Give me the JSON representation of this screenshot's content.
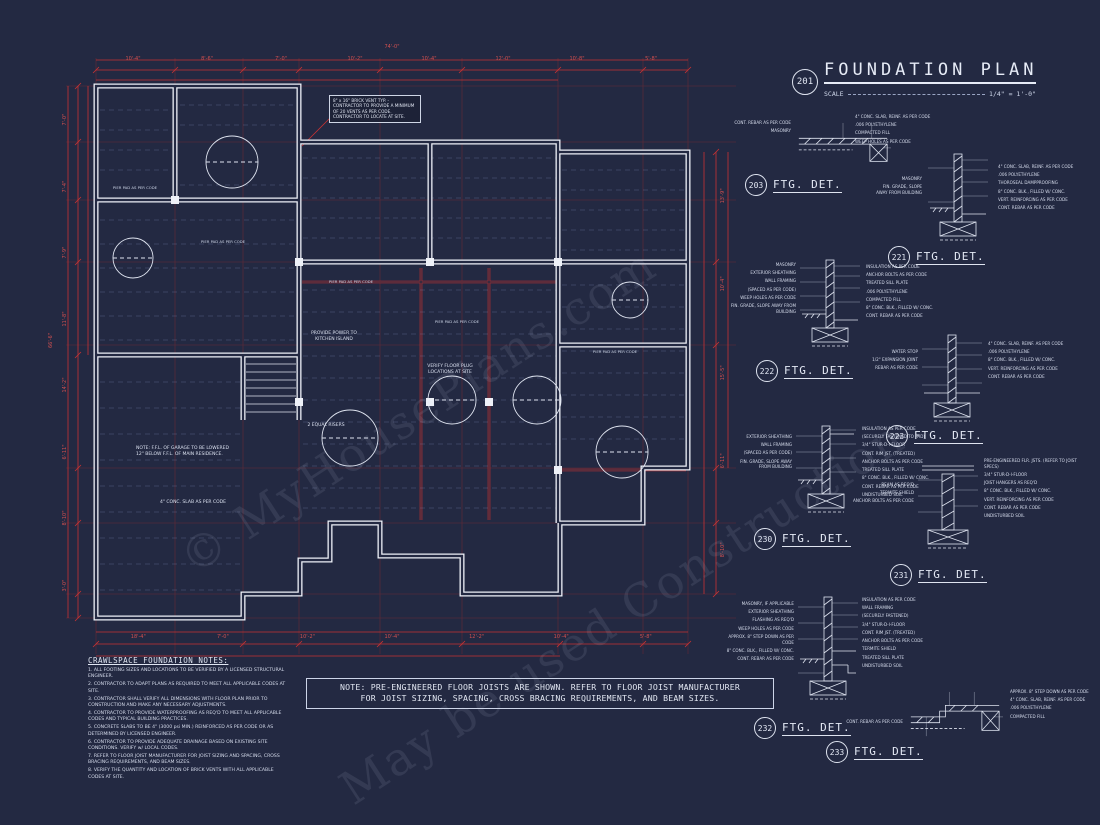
{
  "colors": {
    "background": "#232942",
    "dimension_red": "#c83232",
    "line_white": "#eef1f8"
  },
  "watermark": {
    "line1": "© MyHousePlans.com",
    "line2": "May be used Construction"
  },
  "title_block": {
    "ref_number": "201",
    "title": "FOUNDATION PLAN",
    "scale_label": "SCALE",
    "scale_value": "1/4\" = 1'-0\""
  },
  "plan": {
    "notes_title": "CRAWLSPACE FOUNDATION NOTES:",
    "notes": [
      "1.  ALL FOOTING SIZES AND LOCATIONS TO BE VERIFIED BY A LICENSED STRUCTURAL ENGINEER.",
      "2.  CONTRACTOR TO ADAPT PLANS AS REQUIRED TO MEET ALL APPLICABLE CODES AT SITE.",
      "3.  CONTRACTOR SHALL VERIFY ALL DIMENSIONS WITH FLOOR PLAN PRIOR TO CONSTRUCTION AND MAKE ANY NECESSARY ADJUSTMENTS.",
      "4.  CONTRACTOR TO PROVIDE WATERPROOFING AS REQ'D TO MEET ALL APPLICABLE CODES AND TYPICAL BUILDING PRACTICES.",
      "5.  CONCRETE SLABS TO BE 4\" (3000 psi MIN.) REINFORCED AS PER CODE OR AS DETERMINED BY LICENSED ENGINEER.",
      "6.  CONTRACTOR TO PROVIDE ADEQUATE DRAINAGE BASED ON EXISTING SITE CONDITIONS.  VERIFY w/ LOCAL CODES.",
      "7.  REFER TO FLOOR JOIST MANUFACTURER FOR JOIST SIZING AND SPACING, CROSS BRACING REQUIREMENTS, AND BEAM SIZES.",
      "8.  VERIFY THE QUANTITY AND LOCATION OF BRICK VENTS WITH ALL APPLICABLE CODES AT SITE."
    ],
    "joist_note_line1": "NOTE: PRE-ENGINEERED FLOOR JOISTS ARE SHOWN. REFER TO FLOOR JOIST MANUFACTURER",
    "joist_note_line2": "FOR JOIST SIZING, SPACING, CROSS BRACING REQUIREMENTS, AND BEAM SIZES.",
    "annotations": {
      "brick_vent": "8\" x 16\" BRICK VENT TYP. - CONTRACTOR TO PROVIDE A MINIMUM OF 20 VENTS AS PER CODE. CONTRACTOR TO LOCATE AT SITE.",
      "kitchen_island": "PROVIDE POWER TO KITCHEN ISLAND",
      "floor_plug": "VERIFY FLOOR PLUG LOCATIONS AT SITE",
      "garage_note": "NOTE: F.F.L. OF GARAGE TO BE LOWERED 12\" BELOW F.F.L. OF MAIN RESIDENCE.",
      "garage_slab": "4\" CONC. SLAB AS PER CODE",
      "risers": "2 EQUAL RISERS",
      "pier": "PIER PAD AS PER CODE"
    },
    "dims": {
      "top": [
        "10'-4\"",
        "8'-6\"",
        "7'-0\"",
        "10'-2\"",
        "10'-4\"",
        "12'-0\"",
        "10'-8\"",
        "5'-8\""
      ],
      "top_overall": "74'-0\"",
      "left": [
        "7'-0\"",
        "7'-4\"",
        "7'-9\"",
        "11'-8\"",
        "14'-2\"",
        "6'-11\"",
        "8'-10\"",
        "3'-0\""
      ],
      "left_overall": "66'-6\"",
      "right": [
        "13'-9\"",
        "10'-4\"",
        "15'-5\"",
        "6'-11\"",
        "8'-10\""
      ],
      "bottom": [
        "18'-4\"",
        "7'-0\"",
        "10'-2\"",
        "10'-4\"",
        "12'-2\"",
        "10'-4\"",
        "5'-8\""
      ]
    }
  },
  "details": [
    {
      "number": "203",
      "label": "FTG. DET.",
      "ann_left": [
        "CONT. REBAR AS PER CODE",
        "MASONRY"
      ],
      "ann_right": [
        "4\" CONC. SLAB, REINF. AS PER CODE",
        ".006 POLYETHYLENE",
        "COMPACTED FILL",
        "WEEP HOLES AS PER CODE"
      ]
    },
    {
      "number": "221",
      "label": "FTG. DET.",
      "ann_left": [
        "MASONRY",
        "FIN. GRADE, SLOPE AWAY FROM BUILDING"
      ],
      "ann_right": [
        "4\" CONC. SLAB, REINF. AS PER CODE",
        ".006 POLYETHYLENE",
        "THOROSEAL DAMPPROOFING",
        "8\" CONC. BLK., FILLED W/ CONC.",
        "VERT. REINFORCING AS PER CODE",
        "CONT. REBAR AS PER CODE"
      ]
    },
    {
      "number": "222",
      "label": "FTG. DET.",
      "ann_left": [
        "MASONRY",
        "EXTERIOR SHEATHING",
        "WALL FRAMING",
        "(SPACED AS PER CODE)",
        "WEEP HOLES AS PER CODE",
        "FIN. GRADE, SLOPE AWAY FROM BUILDING"
      ],
      "ann_right": [
        "INSULATION AS PER CODE",
        "ANCHOR BOLTS AS PER CODE",
        "TREATED SILL PLATE",
        ".006 POLYETHYLENE",
        "COMPACTED FILL",
        "8\" CONC. BLK., FILLED W/ CONC.",
        "CONT. REBAR AS PER CODE"
      ]
    },
    {
      "number": "223",
      "label": "FTG. DET.",
      "ann_left": [
        "WATER STOP",
        "1/2\" EXPANSION JOINT",
        "REBAR AS PER CODE"
      ],
      "ann_right": [
        "4\" CONC. SLAB, REINF. AS PER CODE",
        ".006 POLYETHYLENE",
        "8\" CONC. BLK., FILLED W/ CONC.",
        "VERT. REINFORCING AS PER CODE",
        "CONT. REBAR AS PER CODE"
      ]
    },
    {
      "number": "230",
      "label": "FTG. DET.",
      "ann_left": [
        "EXTERIOR SHEATHING",
        "WALL FRAMING",
        "(SPACED AS PER CODE)",
        "FIN. GRADE, SLOPE AWAY FROM BUILDING"
      ],
      "ann_right": [
        "INSULATION AS PER CODE",
        "(SECURELY FASTENED TO PAD)",
        "3/4\" STUR-D-I-FLOOR",
        "CONT. RIM JST. (TREATED)",
        "ANCHOR BOLTS AS PER CODE",
        "TREATED SILL PLATE",
        "8\" CONC. BLK., FILLED W/ CONC.",
        "CONT. REBAR AS PER CODE",
        "UNDISTURBED SOIL"
      ]
    },
    {
      "number": "231",
      "label": "FTG. DET.",
      "ann_left": [
        "BEAM AS REQ'D",
        "TERMITE SHIELD",
        "ANCHOR BOLTS AS PER CODE"
      ],
      "ann_right": [
        "PRE-ENGINEERED FLR. JSTS. (REFER TO JOIST SPECS)",
        "3/4\" STUR-D-I-FLOOR",
        "JOIST HANGERS AS REQ'D",
        "8\" CONC. BLK., FILLED W/ CONC.",
        "VERT. REINFORCING AS PER CODE",
        "CONT. REBAR AS PER CODE",
        "UNDISTURBED SOIL"
      ]
    },
    {
      "number": "232",
      "label": "FTG. DET.",
      "ann_left": [
        "MASONRY, IF APPLICABLE",
        "EXTERIOR SHEATHING",
        "FLASHING AS REQ'D",
        "WEEP HOLES AS PER CODE",
        "APPROX. 8\" STEP DOWN AS PER CODE",
        "8\" CONC. BLK., FILLED W/ CONC.",
        "CONT. REBAR AS PER CODE"
      ],
      "ann_right": [
        "INSULATION AS PER CODE",
        "WALL FRAMING",
        "(SECURELY FASTENED)",
        "3/4\" STUR-D-I-FLOOR",
        "CONT. RIM JST. (TREATED)",
        "ANCHOR BOLTS AS PER CODE",
        "TERMITE SHIELD",
        "TREATED SILL PLATE",
        "UNDISTURBED SOIL"
      ]
    },
    {
      "number": "233",
      "label": "FTG. DET.",
      "ann_left": [
        "CONT. REBAR AS PER CODE"
      ],
      "ann_right": [
        "APPROX. 8\" STEP DOWN AS PER CODE",
        "4\" CONC. SLAB, REINF. AS PER CODE",
        ".006 POLYETHYLENE",
        "COMPACTED FILL"
      ]
    }
  ]
}
